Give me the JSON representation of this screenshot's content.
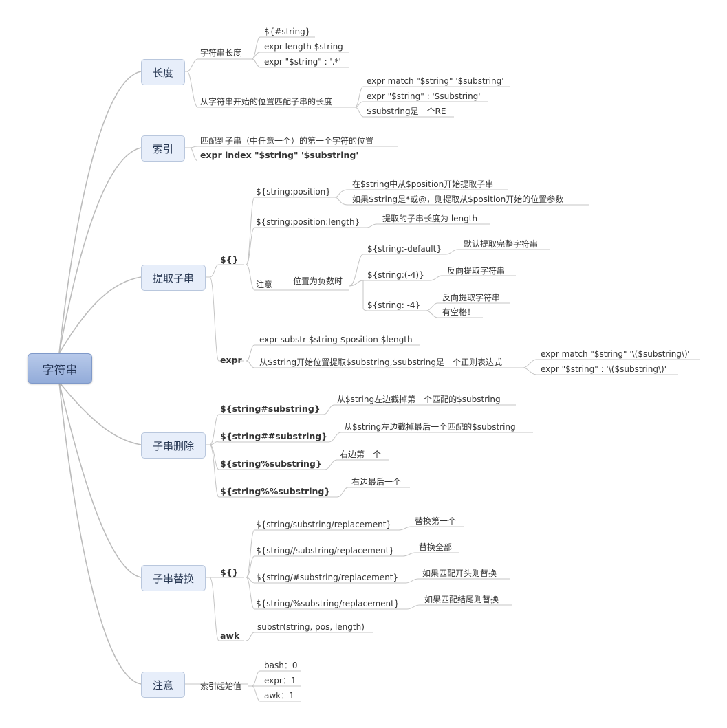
{
  "root": "字符串",
  "length": {
    "label": "长度",
    "str_len": "字符串长度",
    "items": [
      "${#string}",
      "expr length $string",
      "expr \"$string\" : '.*'"
    ],
    "match_len": "从字符串开始的位置匹配子串的长度",
    "match_items": [
      "expr match \"$string\" '$substring'",
      "expr \"$string\" : '$substring'",
      "$substring是一个RE"
    ]
  },
  "index": {
    "label": "索引",
    "desc": "匹配到子串（中任意一个）的第一个字符的位置",
    "expr": "expr index \"$string\" '$substring'"
  },
  "extract": {
    "label": "提取子串",
    "brace": "${}",
    "pos": "${string:position}",
    "pos_notes": [
      "在$string中从$position开始提取子串",
      "如果$string是*或@，则提取从$position开始的位置参数"
    ],
    "pos_len": "${string:position:length}",
    "pos_len_note": "提取的子串长度为 length",
    "note": "注意",
    "negative": "位置为负数时",
    "default": "${string:-default}",
    "default_note": "默认提取完整字符串",
    "paren": "${string:(-4)}",
    "paren_note": "反向提取字符串",
    "space": "${string: -4}",
    "space_notes": [
      "反向提取字符串",
      "有空格！"
    ],
    "expr": "expr",
    "substr": "expr substr $string $position $length",
    "regex": "从$string开始位置提取$substring,$substring是一个正则表达式",
    "regex_items": [
      "expr match \"$string\" '\\($substring\\)'",
      "expr \"$string\" : '\\($substring\\)'"
    ]
  },
  "delete": {
    "label": "子串删除",
    "items": [
      {
        "pattern": "${string#substring}",
        "desc": "从$string左边截掉第一个匹配的$substring"
      },
      {
        "pattern": "${string##substring}",
        "desc": "从$string左边截掉最后一个匹配的$substring"
      },
      {
        "pattern": "${string%substring}",
        "desc": "右边第一个"
      },
      {
        "pattern": "${string%%substring}",
        "desc": "右边最后一个"
      }
    ]
  },
  "replace": {
    "label": "子串替换",
    "brace": "${}",
    "items": [
      {
        "pattern": "${string/substring/replacement}",
        "desc": "替换第一个"
      },
      {
        "pattern": "${string//substring/replacement}",
        "desc": "替换全部"
      },
      {
        "pattern": "${string/#substring/replacement}",
        "desc": "如果匹配开头则替换"
      },
      {
        "pattern": "${string/%substring/replacement}",
        "desc": "如果匹配结尾则替换"
      }
    ],
    "awk": "awk",
    "awk_item": "substr(string, pos, length)"
  },
  "note": {
    "label": "注意",
    "start": "索引起始值",
    "items": [
      "bash：0",
      "expr：1",
      "awk：1"
    ]
  }
}
